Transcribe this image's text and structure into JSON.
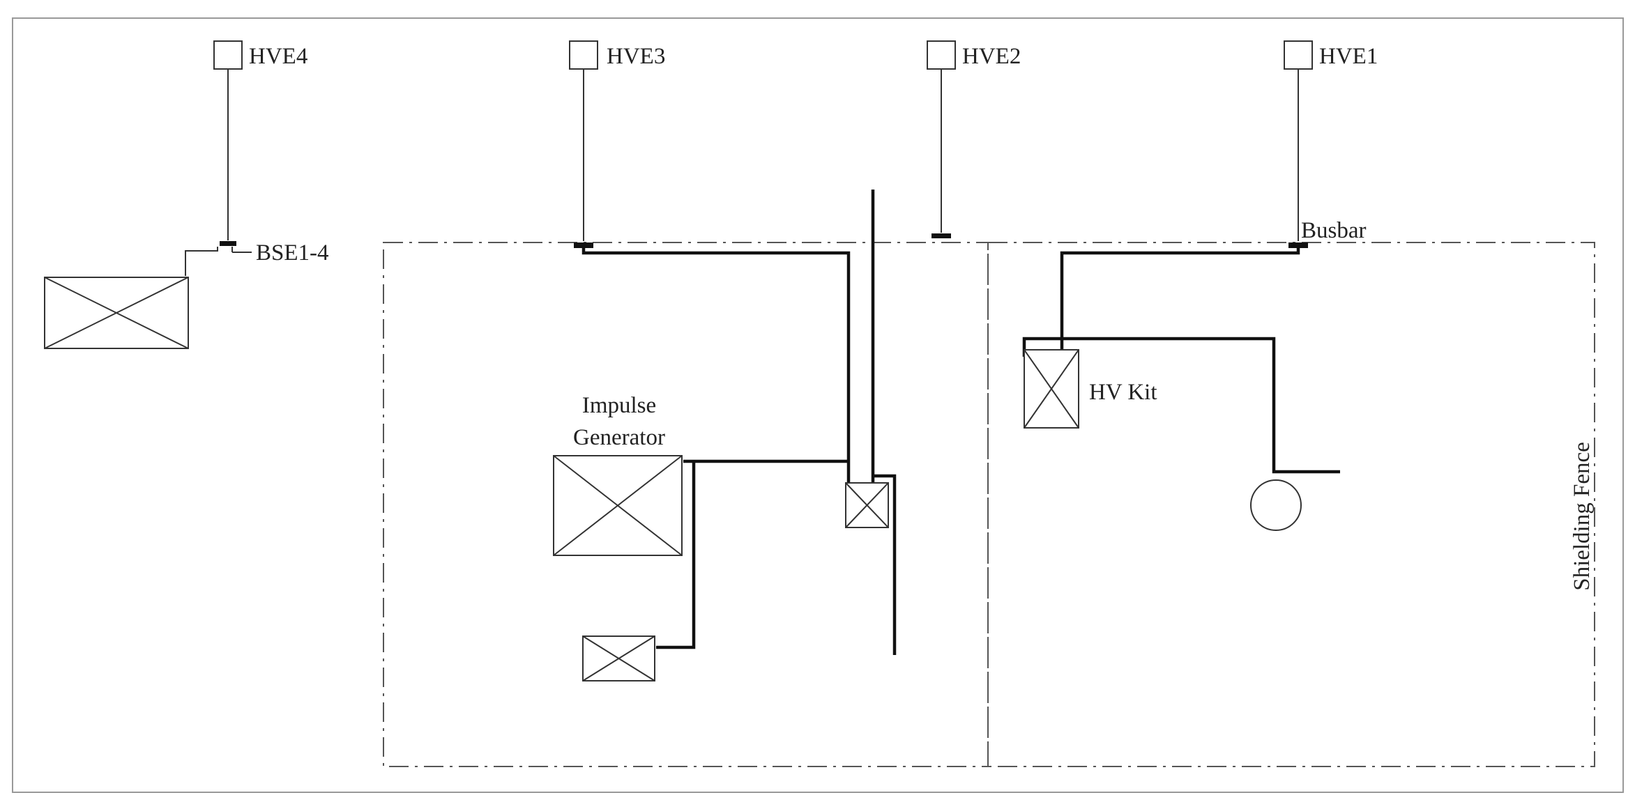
{
  "labels": {
    "hve4": "HVE4",
    "hve3": "HVE3",
    "hve2": "HVE2",
    "hve1": "HVE1",
    "bse": "BSE1-4",
    "busbar": "Busbar",
    "impulse_line1": "Impulse",
    "impulse_line2": "Generator",
    "hv_kit": "HV Kit",
    "shielding_fence": "Shielding Fence"
  }
}
